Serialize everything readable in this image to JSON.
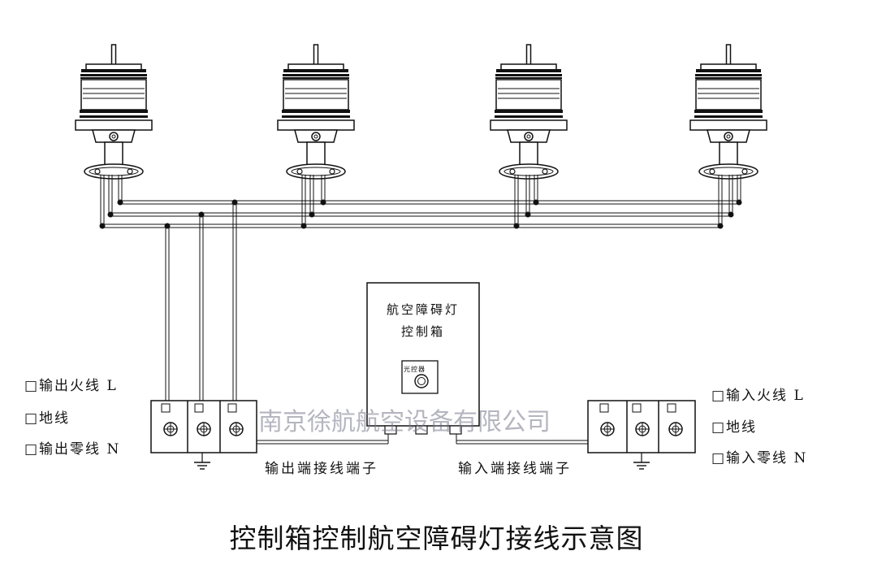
{
  "control_box": {
    "title_line1": "航空障碍灯",
    "title_line2": "控制箱",
    "sensor_label": "光控器"
  },
  "output_legend": {
    "live": "□输出火线 L",
    "ground": "□地线",
    "neutral": "□输出零线 N"
  },
  "input_legend": {
    "live": "□输入火线 L",
    "ground": "□地线",
    "neutral": "□输入零线 N"
  },
  "terminals": {
    "output_label": "输出端接线端子",
    "input_label": "输入端接线端子"
  },
  "watermark": "南京徐航航空设备有限公司",
  "diagram_title": "控制箱控制航空障碍灯接线示意图",
  "lamps": [
    "lamp-1",
    "lamp-2",
    "lamp-3",
    "lamp-4"
  ]
}
